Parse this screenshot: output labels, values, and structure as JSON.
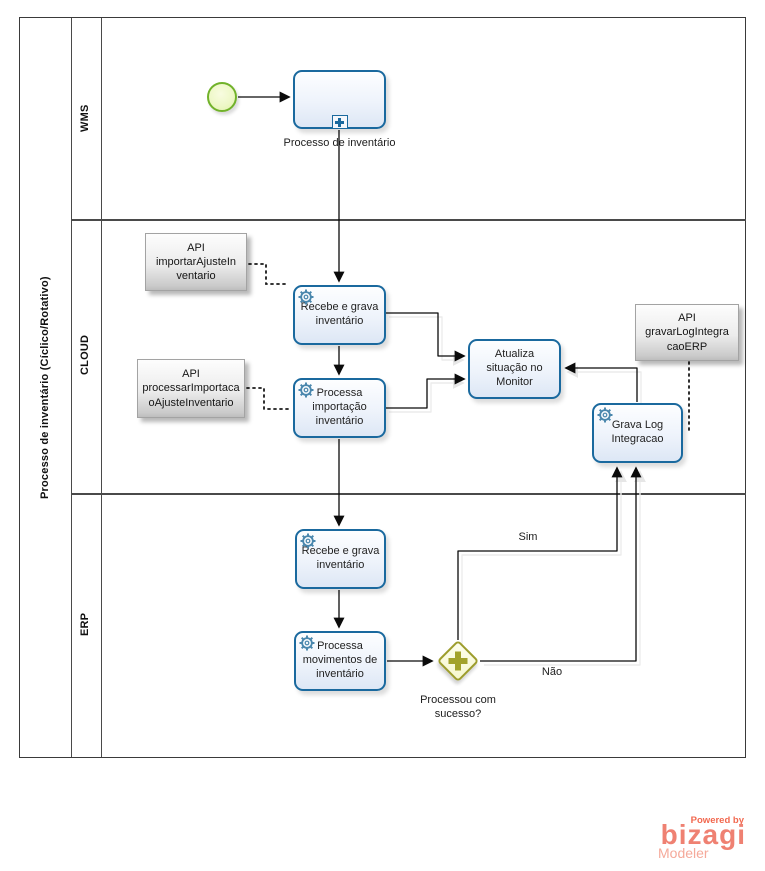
{
  "pool": {
    "label": "Processo de inventário (Cíclico/Rotativo)",
    "lanes": [
      {
        "label": "WMS"
      },
      {
        "label": "CLOUD"
      },
      {
        "label": "ERP"
      }
    ]
  },
  "nodes": {
    "subprocess": "Processo de inventário",
    "recebe_cloud": "Recebe e grava inventário",
    "processa_importacao": "Processa importação inventário",
    "atualiza": "Atualiza situação no Monitor",
    "grava_log": "Grava Log Integracao",
    "recebe_erp": "Recebe e grava inventário",
    "processa_movimentos": "Processa movimentos de inventário",
    "gateway": "Processou com sucesso?"
  },
  "annotations": {
    "importar": [
      "API",
      "importarAjusteIn",
      "ventario"
    ],
    "processar": [
      "API",
      "processarImportaca",
      "oAjusteInventario"
    ],
    "gravar": [
      "API",
      "gravarLogIntegra",
      "caoERP"
    ]
  },
  "edge_labels": {
    "sim": "Sim",
    "nao": "Não"
  },
  "branding": {
    "powered_by": "Powered by",
    "brand": "bizagi",
    "product": "Modeler"
  },
  "colors": {
    "task_border": "#1a699e",
    "service_icon": "#4a87ad",
    "start_event_green": "#71b22a",
    "gateway_olive": "#a2a22b",
    "annotation_gray": "#cbcbcb",
    "brand_salmon": "#ef8172"
  }
}
